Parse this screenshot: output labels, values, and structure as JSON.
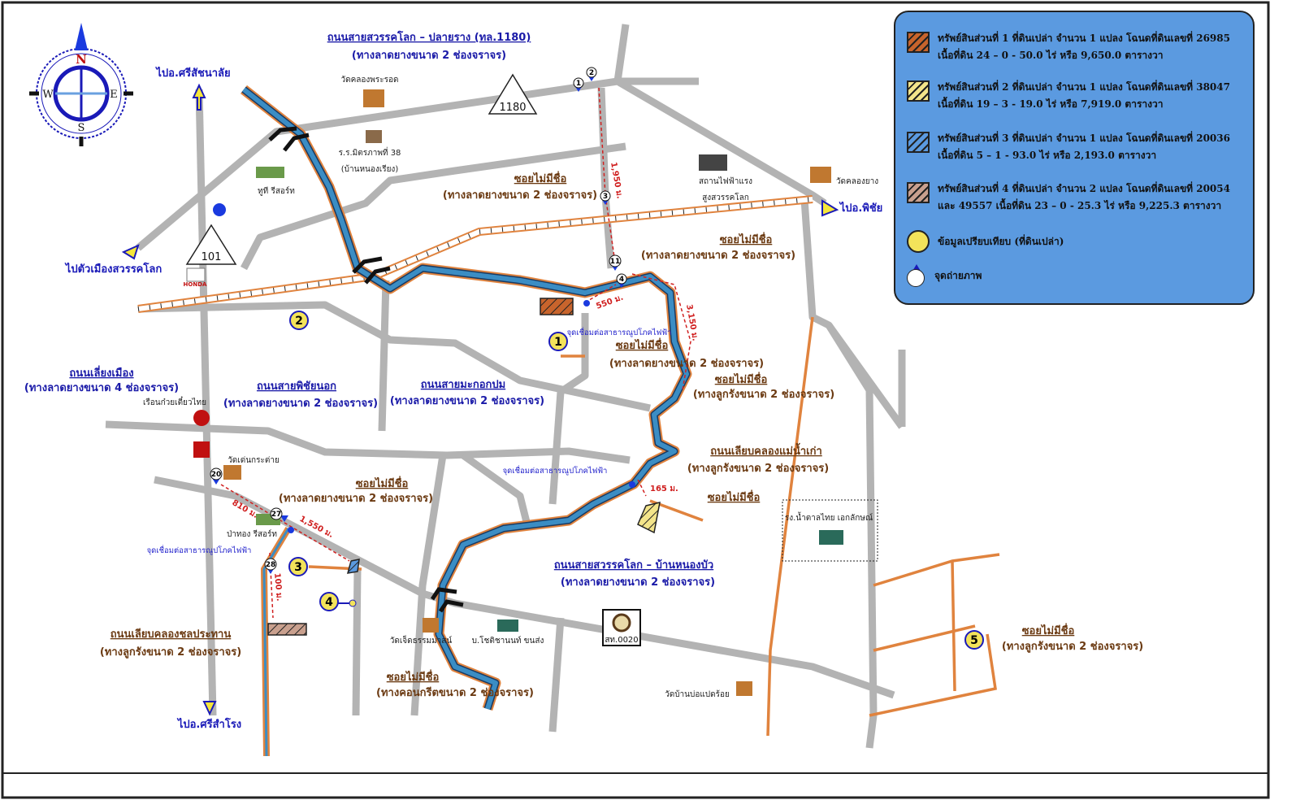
{
  "colors": {
    "road": "#b3b3b3",
    "river": "#3b8dc4",
    "river_bank": "#e0833e",
    "soil_road": "#e0833e",
    "legend_bg": "#5b9ae0",
    "parcel1": "#c8642c",
    "parcel2": "#f3e48a",
    "parcel3": "#5b9ae0",
    "parcel4": "#c9a08e",
    "comparable": "#f3e35a"
  },
  "compass": {
    "n": "N",
    "e": "E",
    "s": "S",
    "w": "W"
  },
  "directions": {
    "si_satchanalai": "ไปอ.ศรีสัชนาลัย",
    "sawankhalok_city": "ไปตัวเมืองสวรรคโลก",
    "phichai": "ไปอ.พิชัย",
    "si_samrong": "ไปอ.ศรีสำโรง"
  },
  "shields": {
    "hwy1180": "1180",
    "hwy101": "101",
    "local": "สท.0020"
  },
  "roads": [
    {
      "name": "ถนนสายสวรรคโลก – ปลายราง (ทล.1180)",
      "surface": "(ทางลาดยางขนาด 2 ช่องจราจร)"
    },
    {
      "name": "ซอยไม่มีชื่อ",
      "surface": "(ทางลาดยางขนาด 2 ช่องจราจร)"
    },
    {
      "name": "ซอยไม่มีชื่อ",
      "surface": "(ทางลาดยางขนาด 2 ช่องจราจร)"
    },
    {
      "name": "ซอยไม่มีชื่อ",
      "surface": "(ทางลาดยางขนาด 2 ช่องจราจร)"
    },
    {
      "name": "ซอยไม่มีชื่อ",
      "surface": "(ทางลูกรังขนาด 2 ช่องจราจร)"
    },
    {
      "name": "ถนนเลี่ยงเมือง",
      "surface": "(ทางลาดยางขนาด 4 ช่องจราจร)"
    },
    {
      "name": "ถนนสายพิชัยนอก",
      "surface": "(ทางลาดยางขนาด 2 ช่องจราจร)"
    },
    {
      "name": "ถนนสายมะกอกปม",
      "surface": "(ทางลาดยางขนาด 2 ช่องจราจร)"
    },
    {
      "name": "ซอยไม่มีชื่อ",
      "surface": "(ทางลาดยางขนาด 2 ช่องจราจร)"
    },
    {
      "name": "ถนนเลียบคลองแม่น้ำเก่า",
      "surface": "(ทางลูกรังขนาด 2 ช่องจราจร)"
    },
    {
      "name": "ซอยไม่มีชื่อ",
      "surface": ""
    },
    {
      "name": "ถนนสายสวรรคโลก – บ้านหนองบัว",
      "surface": "(ทางลาดยางขนาด 2 ช่องจราจร)"
    },
    {
      "name": "ถนนเลียบคลองชลประทาน",
      "surface": "(ทางลูกรังขนาด 2 ช่องจราจร)"
    },
    {
      "name": "ซอยไม่มีชื่อ",
      "surface": "(ทางคอนกรีตขนาด 2 ช่องจราจร)"
    },
    {
      "name": "ซอยไม่มีชื่อ",
      "surface": "(ทางลูกรังขนาด 2 ช่องจราจร)"
    }
  ],
  "landmarks": {
    "wat_khlong_phra_rot": "วัดคลองพระรอด",
    "school1": "ร.ร.มิตรภาพที่ 38",
    "school2": "(บ้านหนองเรียง)",
    "two_t_resort": "ทูที รีสอร์ท",
    "substation1": "สถานไฟฟ้าแรง",
    "substation2": "สูงสวรรคโลก",
    "wat_khlong_yang": "วัดคลองยาง",
    "honda": "HONDA",
    "noodle": "เรือนก๋วยเตี๋ยวไทย",
    "wat_den_kratai": "วัดเด่นกระต่าย",
    "pa_thong_resort": "ป่าทอง รีสอร์ท",
    "sugar_factory": "รง.น้ำตาลไทย เอกลักษณ์",
    "wat_chet": "วัดเจ็ดธรรมมาสน์",
    "chotchanon": "บ.โชติชานนท์ ขนส่ง",
    "wat_bo_paet_roi": "วัดบ้านบ่อแปดร้อย"
  },
  "utility_label": "จุดเชื่อมต่อสาธารณูปโภคไฟฟ้า",
  "distances": {
    "d1950": "1,950 ม.",
    "d550": "550 ม.",
    "d3150": "3,150 ม.",
    "d165": "165 ม.",
    "d810": "810 ม.",
    "d1550": "1,550 ม.",
    "d100": "100 ม."
  },
  "photo_points": [
    "1",
    "2",
    "3",
    "11",
    "4",
    "20",
    "27",
    "28"
  ],
  "comparables": [
    "1",
    "2",
    "3",
    "4",
    "5"
  ],
  "legend": [
    {
      "line1": "ทรัพย์สินส่วนที่ 1  ที่ดินเปล่า จำนวน 1 แปลง โฉนดที่ดินเลขที่ 26985",
      "line2": "เนื้อที่ดิน 24 – 0 - 50.0 ไร่ หรือ 9,650.0 ตารางวา"
    },
    {
      "line1": "ทรัพย์สินส่วนที่ 2  ที่ดินเปล่า จำนวน 1 แปลง โฉนดที่ดินเลขที่ 38047",
      "line2": "เนื้อที่ดิน 19 – 3 - 19.0 ไร่ หรือ 7,919.0 ตารางวา"
    },
    {
      "line1": "ทรัพย์สินส่วนที่ 3  ที่ดินเปล่า จำนวน 1 แปลง โฉนดที่ดินเลขที่ 20036",
      "line2": "เนื้อที่ดิน 5 – 1 - 93.0 ไร่ หรือ 2,193.0 ตารางวา"
    },
    {
      "line1": "ทรัพย์สินส่วนที่ 4  ที่ดินเปล่า จำนวน 2 แปลง โฉนดที่ดินเลขที่ 20054",
      "line2": "และ 49557 เนื้อที่ดิน 23 – 0 - 25.3 ไร่ หรือ 9,225.3 ตารางวา"
    },
    {
      "line1": "ข้อมูลเปรียบเทียบ (ที่ดินเปล่า)",
      "line2": ""
    },
    {
      "line1": "จุดถ่ายภาพ",
      "line2": ""
    }
  ]
}
